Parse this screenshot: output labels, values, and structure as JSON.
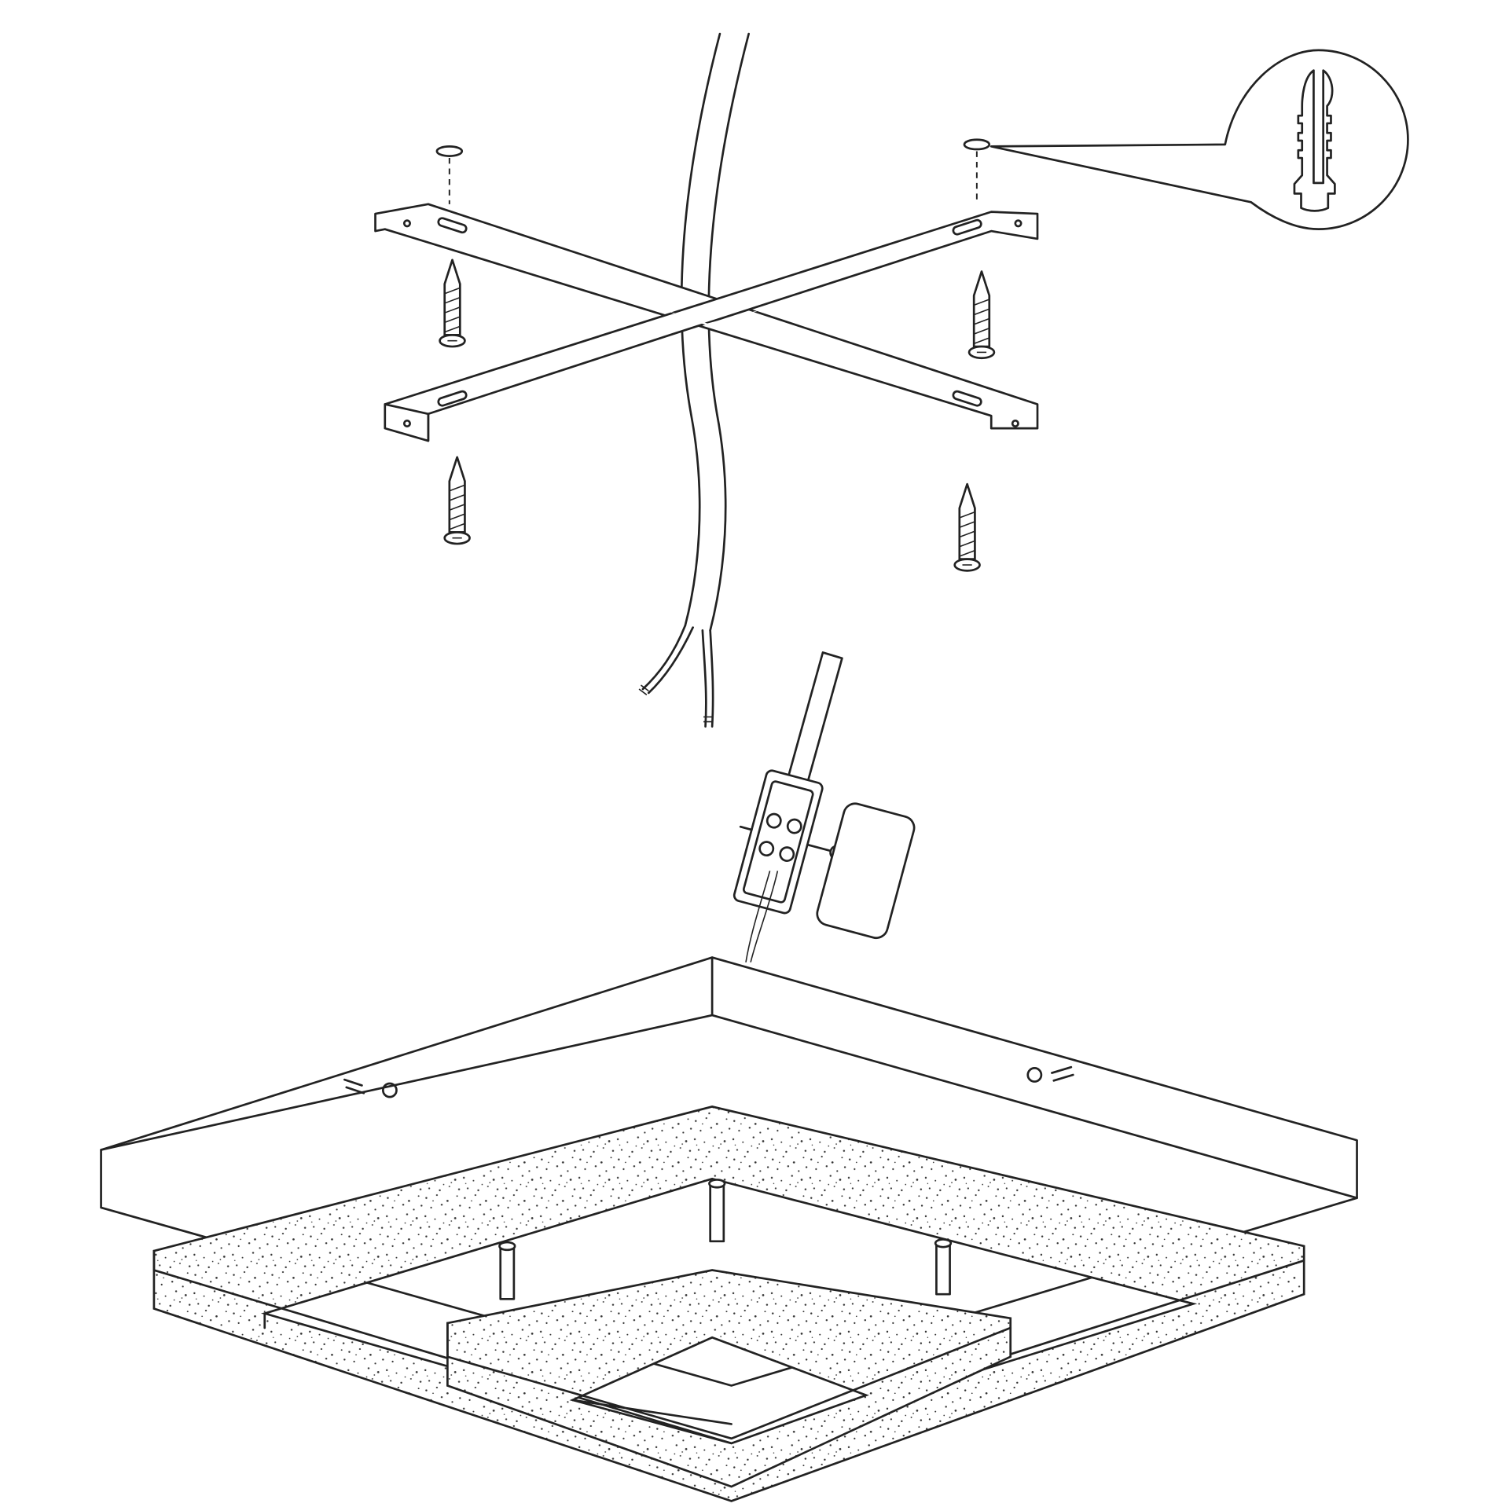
{
  "colors": {
    "line": "#222222",
    "background": "#ffffff",
    "speckle": "#333333"
  },
  "parts": [
    "ceiling-cable",
    "mounting-bracket",
    "wall-plugs",
    "screws",
    "wall-plug-detail",
    "terminal-block",
    "led-driver",
    "ceiling-lamp"
  ]
}
